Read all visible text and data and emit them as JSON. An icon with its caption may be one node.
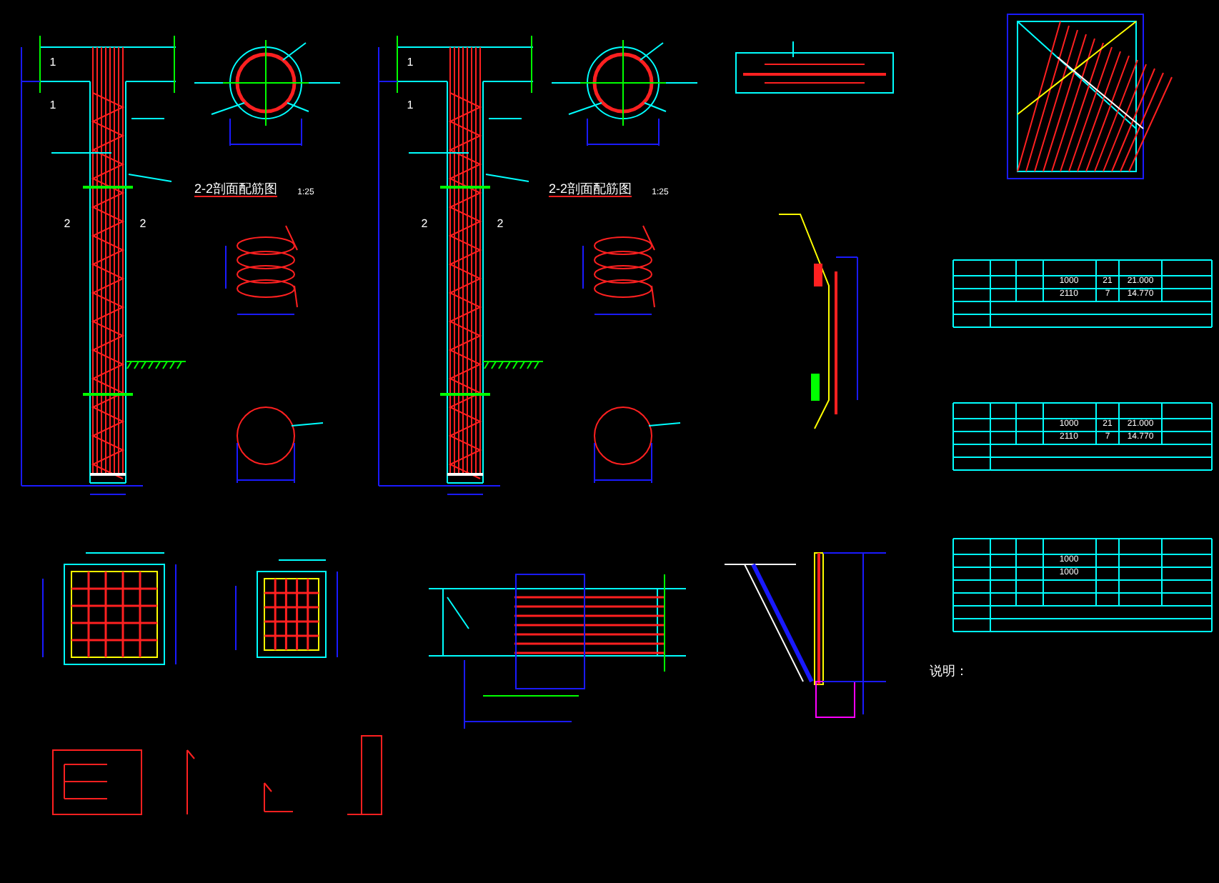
{
  "diagram": {
    "labels": [
      "1",
      "1",
      "2",
      "2",
      "2-2剖面配筋图",
      "1:25",
      "1",
      "1",
      "2",
      "2",
      "2-2剖面配筋图",
      "1:25",
      "1000",
      "21",
      "21.000",
      "2110",
      "7",
      "14.770",
      "1000",
      "21",
      "21.000",
      "2110",
      "7",
      "14.770",
      "1000",
      "1000",
      "说明："
    ]
  }
}
